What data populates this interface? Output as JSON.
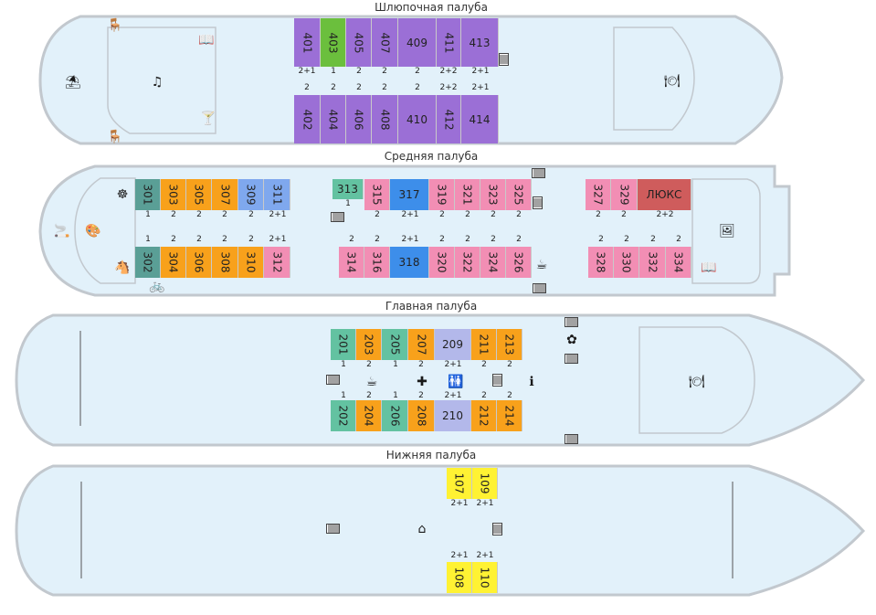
{
  "colors": {
    "hull_fill": "#e2f1fa",
    "hull_stroke": "#c2c8ce",
    "violet": "#9b6fd6",
    "green": "#6bbf3d",
    "teal": "#63c2a1",
    "orange": "#f8a11b",
    "blue_light": "#7fa8ee",
    "pink": "#f28eb4",
    "blue_bright": "#3d8eea",
    "lavender": "#b3b8ea",
    "yellow": "#fff233",
    "red": "#cf5c5c",
    "steelteal": "#5a9f96"
  },
  "decks": {
    "shlyupochnaya": {
      "title": "Шлюпочная палуба",
      "cabins": [
        {
          "num": "401",
          "occ": "2+1",
          "color": "violet"
        },
        {
          "num": "403",
          "occ": "1",
          "color": "green"
        },
        {
          "num": "405",
          "occ": "2",
          "color": "violet"
        },
        {
          "num": "407",
          "occ": "2",
          "color": "violet"
        },
        {
          "num": "409",
          "occ": "2",
          "color": "violet"
        },
        {
          "num": "411",
          "occ": "2+2",
          "color": "violet"
        },
        {
          "num": "413",
          "occ": "2+1",
          "color": "violet"
        },
        {
          "num": "402",
          "occ": "2",
          "color": "violet"
        },
        {
          "num": "404",
          "occ": "2",
          "color": "violet"
        },
        {
          "num": "406",
          "occ": "2",
          "color": "violet"
        },
        {
          "num": "408",
          "occ": "2",
          "color": "violet"
        },
        {
          "num": "410",
          "occ": "2",
          "color": "violet"
        },
        {
          "num": "412",
          "occ": "2+2",
          "color": "violet"
        },
        {
          "num": "414",
          "occ": "2+1",
          "color": "violet"
        }
      ]
    },
    "srednyaya": {
      "title": "Средняя палуба",
      "cabins": [
        {
          "num": "301",
          "occ": "1",
          "color": "steelteal"
        },
        {
          "num": "303",
          "occ": "2",
          "color": "orange"
        },
        {
          "num": "305",
          "occ": "2",
          "color": "orange"
        },
        {
          "num": "307",
          "occ": "2",
          "color": "orange"
        },
        {
          "num": "309",
          "occ": "2",
          "color": "blue_light"
        },
        {
          "num": "311",
          "occ": "2+1",
          "color": "blue_light"
        },
        {
          "num": "302",
          "occ": "1",
          "color": "steelteal"
        },
        {
          "num": "304",
          "occ": "2",
          "color": "orange"
        },
        {
          "num": "306",
          "occ": "2",
          "color": "orange"
        },
        {
          "num": "308",
          "occ": "2",
          "color": "orange"
        },
        {
          "num": "310",
          "occ": "2",
          "color": "orange"
        },
        {
          "num": "312",
          "occ": "2+1",
          "color": "pink"
        },
        {
          "num": "313",
          "occ": "1",
          "color": "teal"
        },
        {
          "num": "315",
          "occ": "2",
          "color": "pink"
        },
        {
          "num": "317",
          "occ": "2+1",
          "color": "blue_bright"
        },
        {
          "num": "319",
          "occ": "2",
          "color": "pink"
        },
        {
          "num": "321",
          "occ": "2",
          "color": "pink"
        },
        {
          "num": "323",
          "occ": "2",
          "color": "pink"
        },
        {
          "num": "325",
          "occ": "2",
          "color": "pink"
        },
        {
          "num": "314",
          "occ": "2",
          "color": "pink"
        },
        {
          "num": "316",
          "occ": "2",
          "color": "pink"
        },
        {
          "num": "318",
          "occ": "2+1",
          "color": "blue_bright"
        },
        {
          "num": "320",
          "occ": "2",
          "color": "pink"
        },
        {
          "num": "322",
          "occ": "2",
          "color": "pink"
        },
        {
          "num": "324",
          "occ": "2",
          "color": "pink"
        },
        {
          "num": "326",
          "occ": "2",
          "color": "pink"
        },
        {
          "num": "327",
          "occ": "2",
          "color": "pink"
        },
        {
          "num": "329",
          "occ": "2",
          "color": "pink"
        },
        {
          "num": "ЛЮКС",
          "occ": "2+2",
          "color": "red"
        },
        {
          "num": "328",
          "occ": "2",
          "color": "pink"
        },
        {
          "num": "330",
          "occ": "2",
          "color": "pink"
        },
        {
          "num": "332",
          "occ": "2",
          "color": "pink"
        },
        {
          "num": "334",
          "occ": "2",
          "color": "pink"
        }
      ]
    },
    "glavnaya": {
      "title": "Главная палуба",
      "cabins": [
        {
          "num": "201",
          "occ": "1",
          "color": "teal"
        },
        {
          "num": "203",
          "occ": "2",
          "color": "orange"
        },
        {
          "num": "205",
          "occ": "1",
          "color": "teal"
        },
        {
          "num": "207",
          "occ": "2",
          "color": "orange"
        },
        {
          "num": "209",
          "occ": "2+1",
          "color": "lavender"
        },
        {
          "num": "211",
          "occ": "2",
          "color": "orange"
        },
        {
          "num": "213",
          "occ": "2",
          "color": "orange"
        },
        {
          "num": "202",
          "occ": "1",
          "color": "teal"
        },
        {
          "num": "204",
          "occ": "2",
          "color": "orange"
        },
        {
          "num": "206",
          "occ": "1",
          "color": "teal"
        },
        {
          "num": "208",
          "occ": "2",
          "color": "orange"
        },
        {
          "num": "210",
          "occ": "2+1",
          "color": "lavender"
        },
        {
          "num": "212",
          "occ": "2",
          "color": "orange"
        },
        {
          "num": "214",
          "occ": "2",
          "color": "orange"
        }
      ]
    },
    "nizhnyaya": {
      "title": "Нижняя палуба",
      "cabins": [
        {
          "num": "107",
          "occ": "2+1",
          "color": "yellow"
        },
        {
          "num": "109",
          "occ": "2+1",
          "color": "yellow"
        },
        {
          "num": "108",
          "occ": "2+1",
          "color": "yellow"
        },
        {
          "num": "110",
          "occ": "2+1",
          "color": "yellow"
        }
      ]
    }
  },
  "icons": [
    {
      "name": "cafe-tables-icon",
      "glyph": "🪑"
    },
    {
      "name": "cafe-tables-icon",
      "glyph": "🪑"
    },
    {
      "name": "beach-umbrella-icon",
      "glyph": "⛱"
    },
    {
      "name": "music-icon",
      "glyph": "♫"
    },
    {
      "name": "library-book-icon",
      "glyph": "📖"
    },
    {
      "name": "cocktail-icon",
      "glyph": "🍸"
    },
    {
      "name": "restaurant-icon",
      "glyph": "🍽"
    },
    {
      "name": "ship-wheel-icon",
      "glyph": "☸"
    },
    {
      "name": "palette-icon",
      "glyph": "🎨"
    },
    {
      "name": "smoking-area-icon",
      "glyph": "🚬"
    },
    {
      "name": "rocking-horse-icon",
      "glyph": "🐴"
    },
    {
      "name": "gym-bike-icon",
      "glyph": "🚲"
    },
    {
      "name": "coffee-machine-icon",
      "glyph": "☕"
    },
    {
      "name": "picture-gallery-icon",
      "glyph": "🖼"
    },
    {
      "name": "library-book-icon",
      "glyph": "📖"
    },
    {
      "name": "tea-kettle-icon",
      "glyph": "☕"
    },
    {
      "name": "medical-cross-icon",
      "glyph": "✚"
    },
    {
      "name": "restrooms-icon",
      "glyph": "🚻"
    },
    {
      "name": "info-icon",
      "glyph": "ℹ"
    },
    {
      "name": "massage-icon",
      "glyph": "✿"
    },
    {
      "name": "restaurant-icon",
      "glyph": "🍽"
    },
    {
      "name": "iron-laundry-icon",
      "glyph": "⌂"
    }
  ]
}
